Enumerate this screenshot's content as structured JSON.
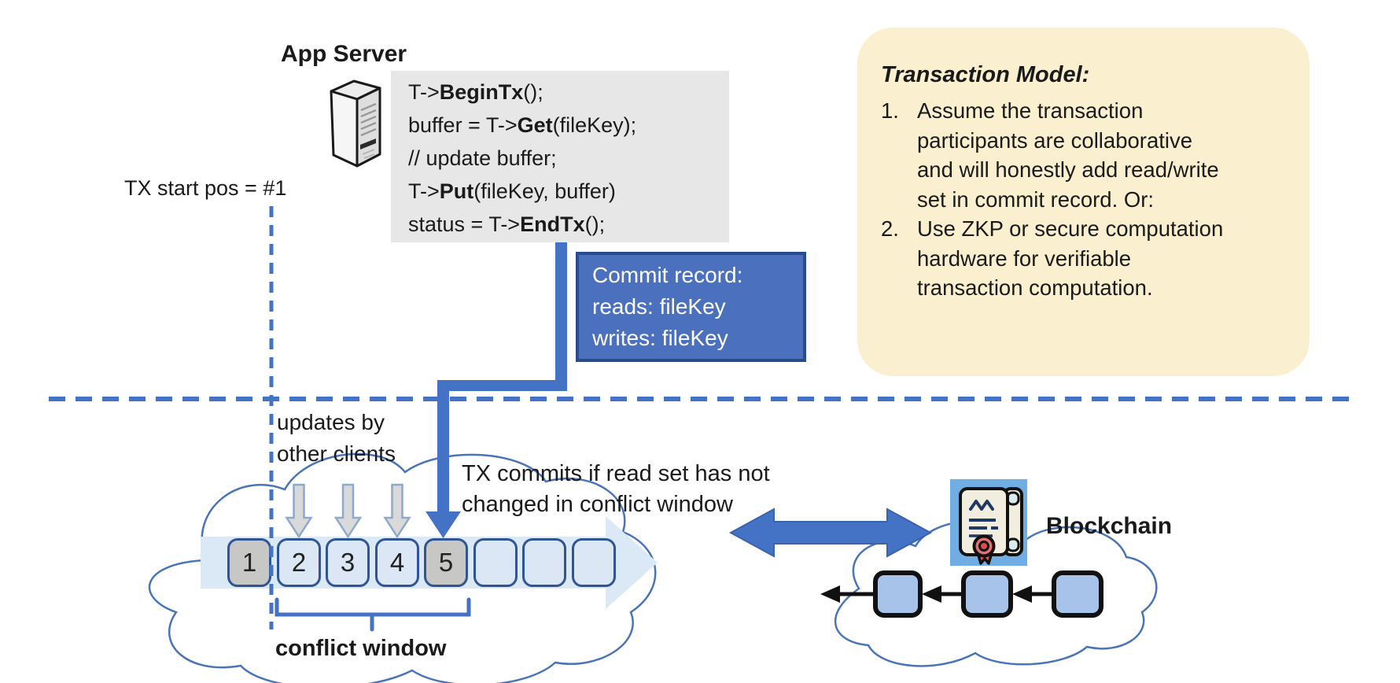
{
  "colors": {
    "accent_blue": "#4472C4",
    "dark_blue_border": "#2F5597",
    "commit_fill": "#4B70BD",
    "panel_yellow": "#FAEFCE",
    "code_bg": "#E7E7E7",
    "slot_light_fill": "#DBE7F4",
    "slot_gray_fill": "#C7C7C5",
    "chain_block_fill": "#A8C3E9",
    "cert_bg": "#6FADE2",
    "seal_red": "#E06666"
  },
  "app_server": {
    "title": "App Server",
    "icon": "server-icon"
  },
  "code_block": {
    "lines": [
      {
        "pre": "T->",
        "bold": "BeginTx",
        "post": "();"
      },
      {
        "pre": "buffer = T->",
        "bold": "Get",
        "post": "(fileKey);"
      },
      {
        "pre": "// update buffer;",
        "bold": "",
        "post": ""
      },
      {
        "pre": "T->",
        "bold": "Put",
        "post": "(fileKey, buffer)"
      },
      {
        "pre": "status = T->",
        "bold": "EndTx",
        "post": "();"
      }
    ]
  },
  "tx_start": {
    "label": "TX start pos = #1"
  },
  "commit_record": {
    "title": "Commit record:",
    "reads": "reads: fileKey",
    "writes": "writes: fileKey"
  },
  "transaction_model": {
    "title": "Transaction Model:",
    "items": [
      {
        "marker": "1.",
        "text": "Assume the transaction\nparticipants are collaborative\nand will honestly add read/write\nset in commit record.  Or:"
      },
      {
        "marker": "2.",
        "text": "Use ZKP or secure computation\nhardware for verifiable\ntransaction computation."
      }
    ]
  },
  "timeline": {
    "updates_label": "updates by\nother clients",
    "commit_note": "TX commits if read set has not\nchanged in conflict window",
    "conflict_window_label": "conflict window",
    "slots": [
      "1",
      "2",
      "3",
      "4",
      "5",
      "",
      "",
      ""
    ]
  },
  "blockchain": {
    "label": "Blockchain",
    "icon": "certificate-icon",
    "blocks": 3
  }
}
